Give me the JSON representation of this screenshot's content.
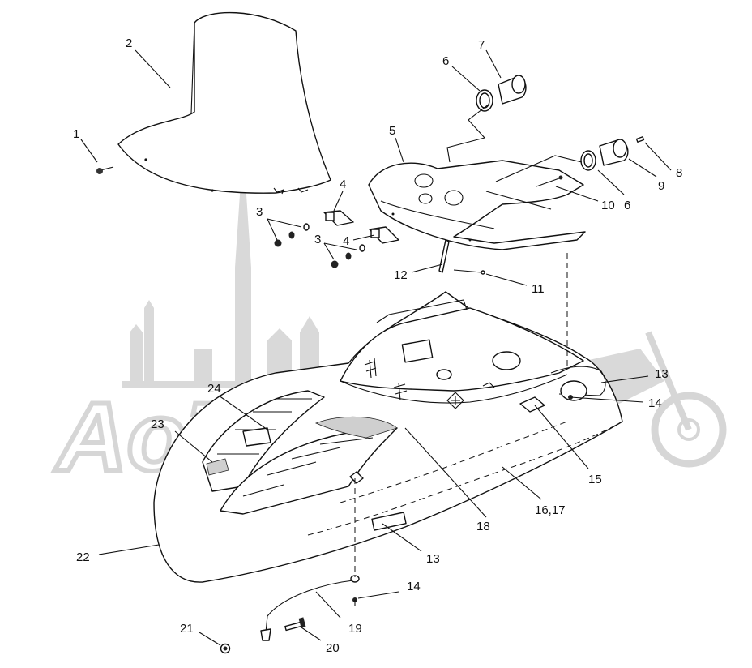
{
  "watermark": {
    "text": "AoTaMoTo"
  },
  "callouts": [
    {
      "id": "c1",
      "label": "1"
    },
    {
      "id": "c2",
      "label": "2"
    },
    {
      "id": "c3a",
      "label": "3"
    },
    {
      "id": "c3b",
      "label": "3"
    },
    {
      "id": "c4a",
      "label": "4"
    },
    {
      "id": "c4b",
      "label": "4"
    },
    {
      "id": "c5",
      "label": "5"
    },
    {
      "id": "c6a",
      "label": "6"
    },
    {
      "id": "c6b",
      "label": "6"
    },
    {
      "id": "c7",
      "label": "7"
    },
    {
      "id": "c8",
      "label": "8"
    },
    {
      "id": "c9",
      "label": "9"
    },
    {
      "id": "c10",
      "label": "10"
    },
    {
      "id": "c11",
      "label": "11"
    },
    {
      "id": "c12",
      "label": "12"
    },
    {
      "id": "c13a",
      "label": "13"
    },
    {
      "id": "c13b",
      "label": "13"
    },
    {
      "id": "c14a",
      "label": "14"
    },
    {
      "id": "c14b",
      "label": "14"
    },
    {
      "id": "c15",
      "label": "15"
    },
    {
      "id": "c1617",
      "label": "16,17"
    },
    {
      "id": "c18",
      "label": "18"
    },
    {
      "id": "c19",
      "label": "19"
    },
    {
      "id": "c20",
      "label": "20"
    },
    {
      "id": "c21",
      "label": "21"
    },
    {
      "id": "c22",
      "label": "22"
    },
    {
      "id": "c23",
      "label": "23"
    },
    {
      "id": "c24",
      "label": "24"
    }
  ]
}
